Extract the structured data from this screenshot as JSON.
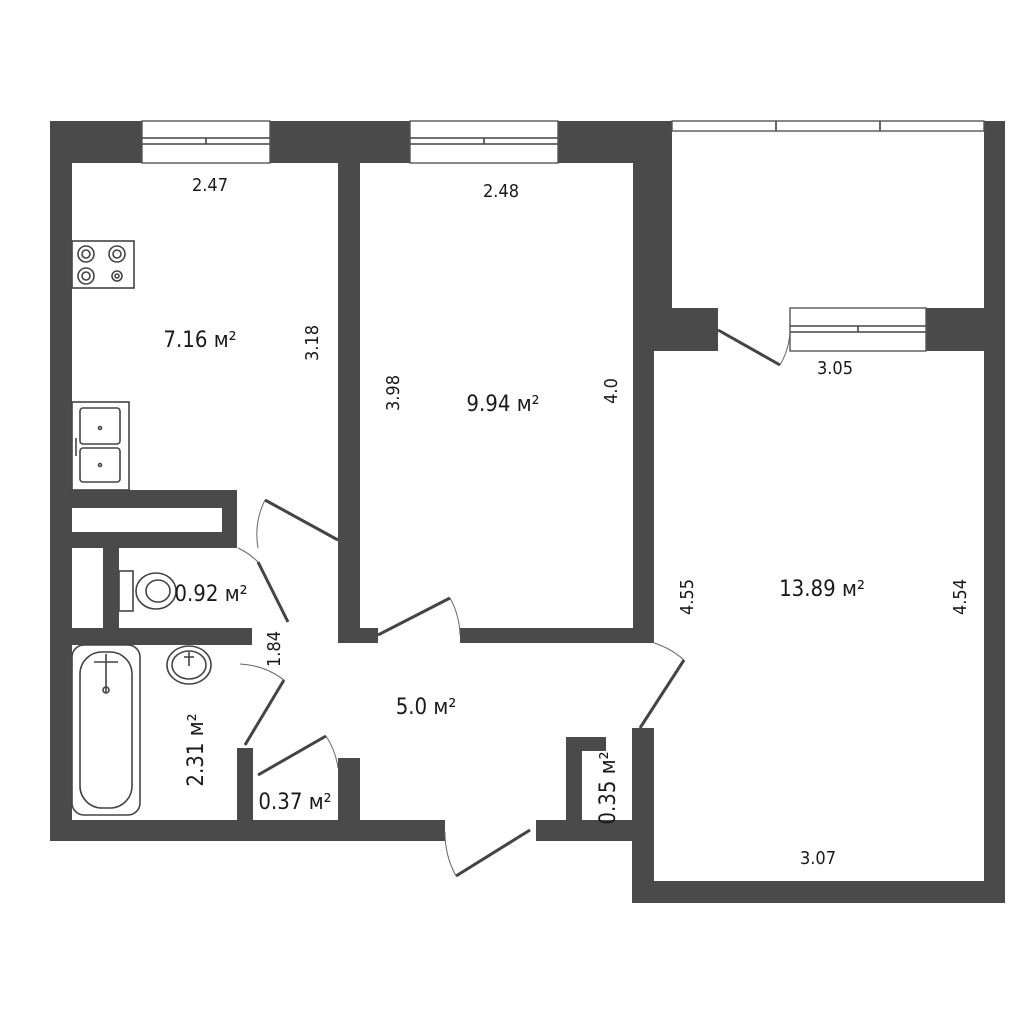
{
  "rooms": {
    "kitchen": {
      "area": "7.16 м²",
      "width": "2.47",
      "depth": "3.18"
    },
    "bedroom_small": {
      "area": "9.94 м²",
      "width": "2.48",
      "left": "3.98",
      "right": "4.0"
    },
    "living": {
      "area": "13.89 м²",
      "top": "3.05",
      "bottom": "3.07",
      "left": "4.55",
      "right": "4.54"
    },
    "hall": {
      "area": "5.0 м²",
      "side": "1.84"
    },
    "toilet": {
      "area": "0.92 м²"
    },
    "bathroom": {
      "area": "2.31 м²"
    },
    "storage_a": {
      "area": "0.37 м²"
    },
    "storage_b": {
      "area": "0.35 м²"
    }
  },
  "colors": {
    "wall": "#4a4a4a",
    "background": "#ffffff"
  }
}
